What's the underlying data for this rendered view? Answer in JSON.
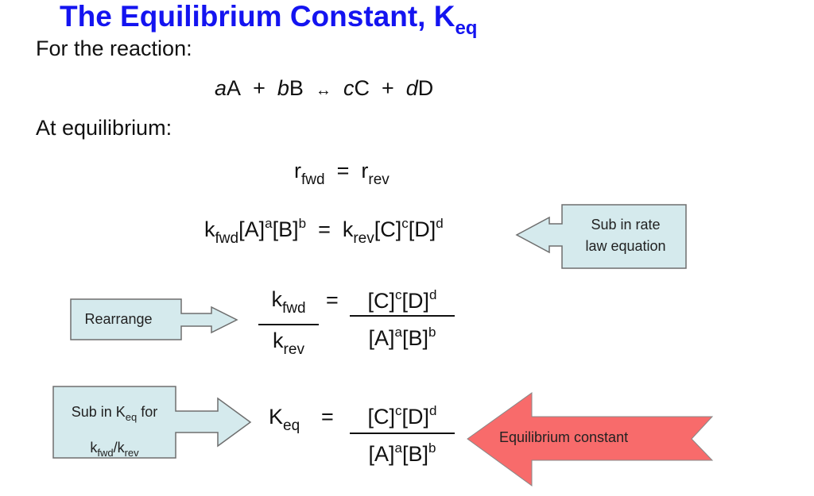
{
  "title": {
    "text": "The Equilibrium Constant, K",
    "subscript": "eq"
  },
  "intro_label": "For the reaction:",
  "reaction": {
    "a": "a",
    "A": "A",
    "plus": "+",
    "b": "b",
    "B": "B",
    "arrow": "↔",
    "c": "c",
    "C": "C",
    "d": "d",
    "D": "D"
  },
  "equilibrium_label": "At equilibrium:",
  "rate_equality": {
    "r": "r",
    "fwd": "fwd",
    "eq": "=",
    "rev": "rev"
  },
  "rate_law": {
    "k": "k",
    "fwd": "fwd",
    "A": "[A]",
    "a": "a",
    "B": "[B]",
    "b": "b",
    "eq": "=",
    "rev": "rev",
    "C": "[C]",
    "c": "c",
    "D": "[D]",
    "d": "d"
  },
  "keq_label": {
    "K": "K",
    "eq_sub": "eq",
    "equals": "="
  },
  "callouts": {
    "rate_law": {
      "line1": "Sub in rate",
      "line2": "law equation",
      "fill": "#d5eaed"
    },
    "rearrange": {
      "text": "Rearrange",
      "fill": "#d5eaed"
    },
    "sub_keq": {
      "line1_a": "Sub in K",
      "line1_sub": "eq",
      "line1_b": " for",
      "line2_k1": "k",
      "line2_fwd": "fwd",
      "line2_slash": "/k",
      "line2_rev": "rev",
      "fill": "#d5eaed"
    },
    "equilibrium_constant": {
      "text": "Equilibrium constant",
      "fill": "#f86b6b"
    }
  },
  "colors": {
    "title": "#1414f0",
    "border": "#6e6e6e"
  }
}
